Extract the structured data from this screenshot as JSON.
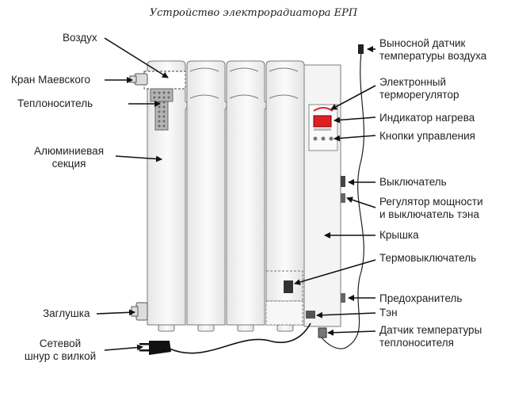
{
  "title": "Устройство электрорадиатора ЕРП",
  "labels": {
    "vozduh": "Воздух",
    "kran": "Кран Маевского",
    "teplonositel": "Теплоноситель",
    "sekciya_1": "Алюминиевая",
    "sekciya_2": "секция",
    "zaglushka": "Заглушка",
    "shnur_1": "Сетевой",
    "shnur_2": "шнур с вилкой",
    "datchik_vozduha_1": "Выносной датчик",
    "datchik_vozduha_2": "температуры воздуха",
    "termoregulyator_1": "Электронный",
    "termoregulyator_2": "терморегулятор",
    "indikator": "Индикатор нагрева",
    "knopki": "Кнопки управления",
    "vyklyuchatel": "Выключатель",
    "regulyator_1": "Регулятор мощности",
    "regulyator_2": "и выключатель тэна",
    "kryshka": "Крышка",
    "termovyklyuchatel": "Термовыключатель",
    "predohranitel": "Предохранитель",
    "ten": "Тэн",
    "datchik_teplonositelya_1": "Датчик температуры",
    "datchik_teplonositelya_2": "теплоносителя"
  },
  "colors": {
    "radiator_fill": "#f2f2f2",
    "radiator_stroke": "#7a7a7a",
    "arrow": "#111111",
    "display": "#e02020",
    "coolant_pattern": "#8a8a8a",
    "cord": "#111111"
  }
}
